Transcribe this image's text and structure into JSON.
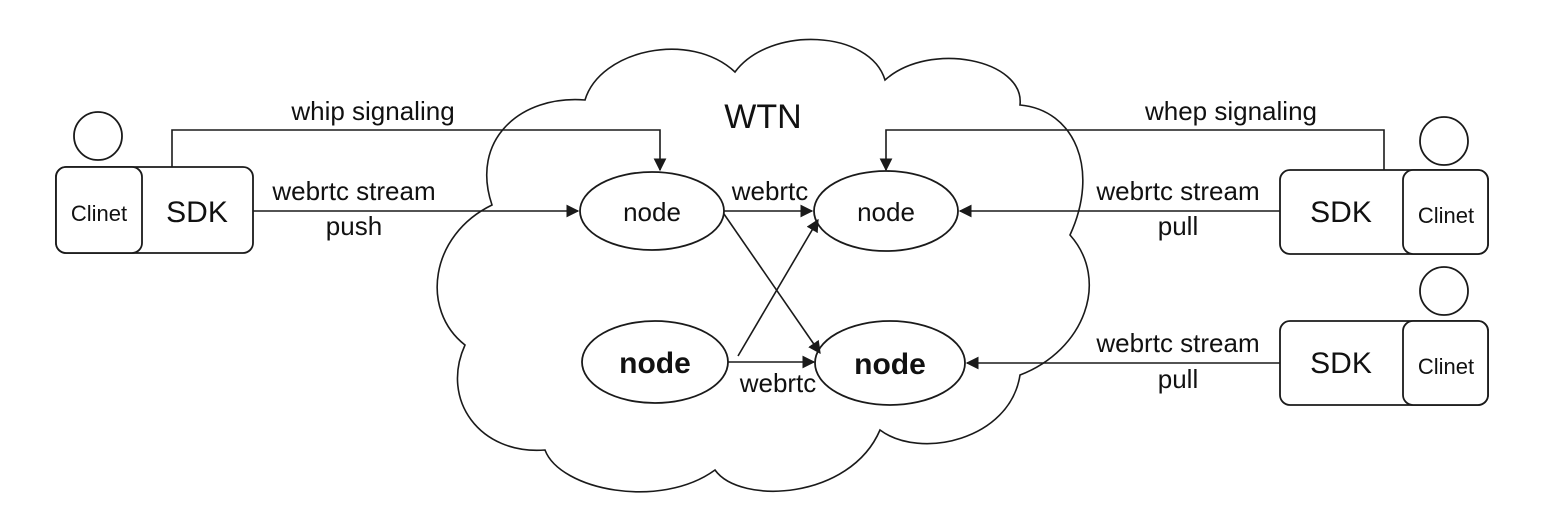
{
  "cloud": {
    "label": "WTN"
  },
  "nodes": [
    {
      "label": "node"
    },
    {
      "label": "node"
    },
    {
      "label": "node"
    },
    {
      "label": "node"
    }
  ],
  "clients": [
    {
      "client_label": "Clinet",
      "sdk_label": "SDK"
    },
    {
      "client_label": "Clinet",
      "sdk_label": "SDK"
    },
    {
      "client_label": "Clinet",
      "sdk_label": "SDK"
    }
  ],
  "edges": {
    "whip_signaling": "whip signaling",
    "whep_signaling": "whep signaling",
    "push_stream": [
      "webrtc stream",
      "push"
    ],
    "pull_stream_1": [
      "webrtc stream",
      "pull"
    ],
    "pull_stream_2": [
      "webrtc stream",
      "pull"
    ],
    "inter_node_top": "webrtc",
    "inter_node_bottom": "webrtc"
  }
}
